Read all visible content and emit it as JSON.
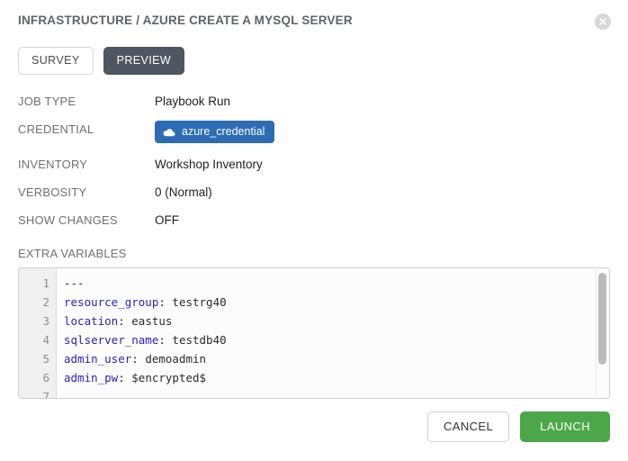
{
  "dialog": {
    "title": "INFRASTRUCTURE / AZURE CREATE A MYSQL SERVER",
    "close_icon": "close-circle-icon"
  },
  "tabs": [
    {
      "label": "SURVEY",
      "active": false
    },
    {
      "label": "PREVIEW",
      "active": true
    }
  ],
  "details": [
    {
      "label": "JOB TYPE",
      "value": "Playbook Run"
    },
    {
      "label": "CREDENTIAL",
      "value": "azure_credential",
      "badge": true,
      "icon": "cloud-icon",
      "badge_color": "#2b6cb4"
    },
    {
      "label": "INVENTORY",
      "value": "Workshop Inventory"
    },
    {
      "label": "VERBOSITY",
      "value": "0 (Normal)"
    },
    {
      "label": "SHOW CHANGES",
      "value": "OFF"
    }
  ],
  "extra_variables": {
    "label": "EXTRA VARIABLES",
    "lines": [
      {
        "num": "1",
        "key": "---",
        "sep": "",
        "value": ""
      },
      {
        "num": "2",
        "key": "resource_group",
        "sep": ":",
        "value": " testrg40"
      },
      {
        "num": "3",
        "key": "location",
        "sep": ":",
        "value": " eastus"
      },
      {
        "num": "4",
        "key": "sqlserver_name",
        "sep": ":",
        "value": " testdb40"
      },
      {
        "num": "5",
        "key": "admin_user",
        "sep": ":",
        "value": " demoadmin"
      },
      {
        "num": "6",
        "key": "admin_pw",
        "sep": ":",
        "value": " $encrypted$"
      },
      {
        "num": "7",
        "key": "",
        "sep": "",
        "value": ""
      }
    ]
  },
  "footer": {
    "cancel_label": "CANCEL",
    "launch_label": "LAUNCH",
    "launch_color": "#4ba747"
  }
}
